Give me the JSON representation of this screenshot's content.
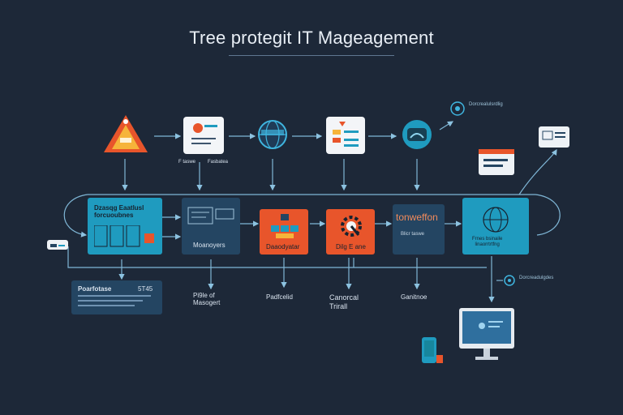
{
  "title": "Tree protegit IT Mageagement",
  "colors": {
    "background": "#1d2838",
    "cyan": "#1f9bbf",
    "teal": "#17869d",
    "orange": "#e8552b",
    "navy": "#244562",
    "line": "#7fb6d6"
  },
  "icons": {
    "triangle": "warning-triangle-icon",
    "card": "document-card-icon",
    "globe": "globe-icon",
    "list": "list-document-icon",
    "cloud": "cloud-icon"
  },
  "labels": {
    "top_icon_label_a": "F taswe",
    "top_icon_label_b": "Fasbatea",
    "box1": "Dzasqg Eaatlusl\nforcuoubnes",
    "box2": "Moanoyers",
    "box3": "Daaodyatar",
    "box4": "Dilg E ane",
    "box5_head": "tonweffon",
    "box5_body": "Blicr taswe",
    "box6": "Frnes bsinaile\nlinaorrtrtfng",
    "left_note_head": "Poarfotase",
    "left_note_value": "5T45",
    "note2": "Pi9le of\nMasogert",
    "note3": "Padfcelid",
    "note4": "Canorcal\nTrirall",
    "note5": "Ganitnoe",
    "right_note": "Dorcreadulgdes",
    "top_right_note": "Dorcrealulsrdlig"
  }
}
